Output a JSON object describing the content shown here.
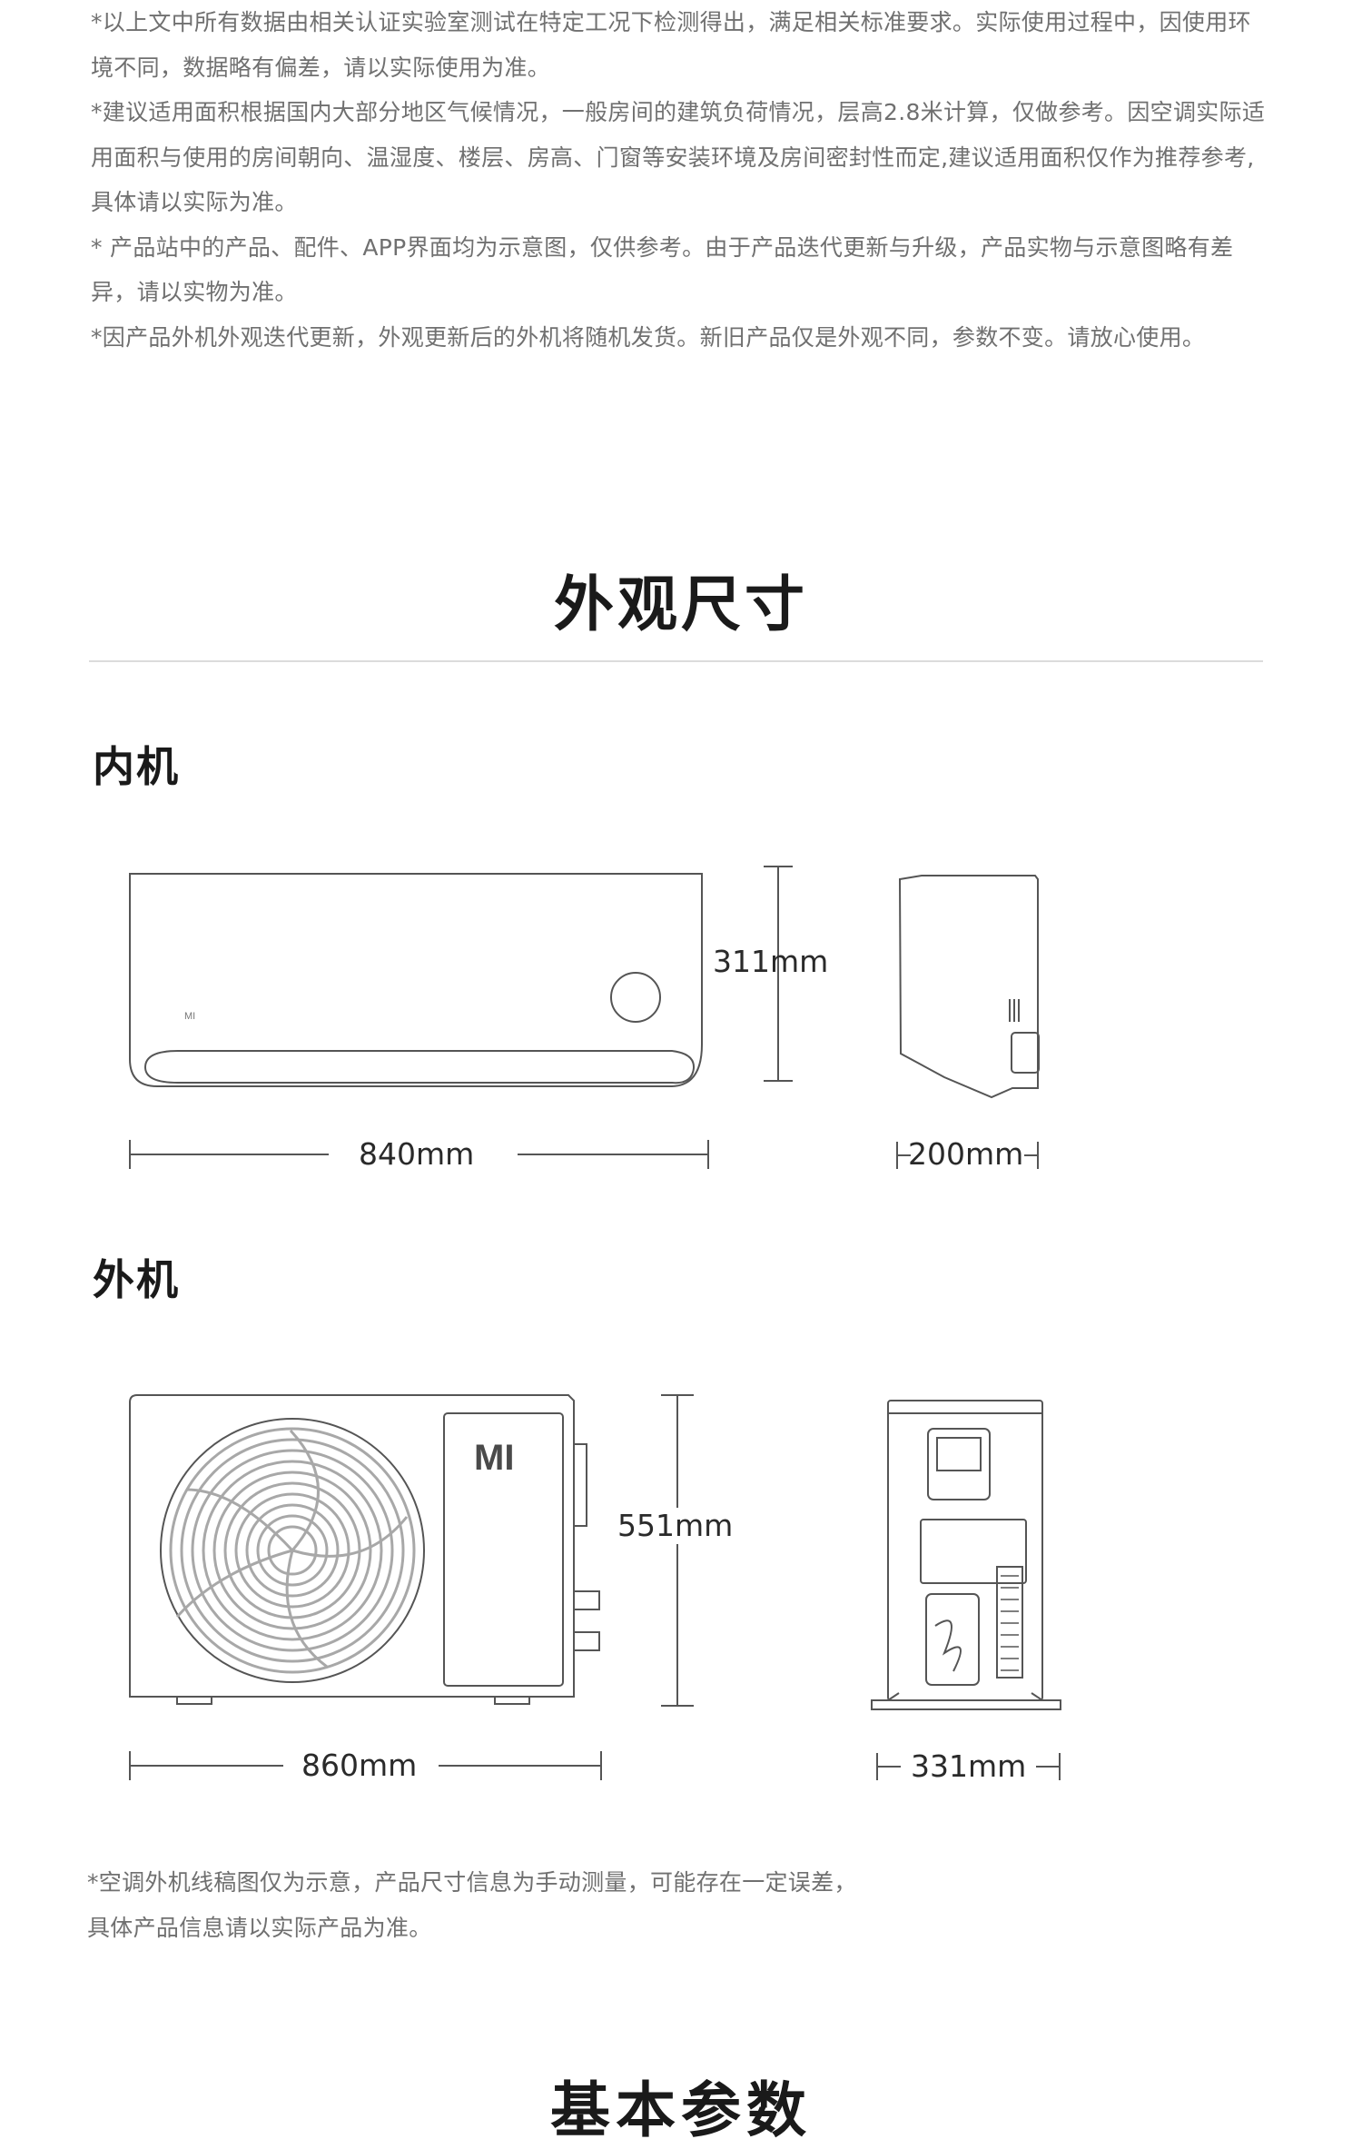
{
  "notes": [
    "*以上文中所有数据由相关认证实验室测试在特定工况下检测得出，满足相关标准要求。实际使用过程中，因使用环境不同，数据略有偏差，请以实际使用为准。",
    "*建议适用面积根据国内大部分地区气候情况，一般房间的建筑负荷情况，层高2.8米计算，仅做参考。因空调实际适用面积与使用的房间朝向、温湿度、楼层、房高、门窗等安装环境及房间密封性而定,建议适用面积仅作为推荐参考,具体请以实际为准。",
    "* 产品站中的产品、配件、APP界面均为示意图，仅供参考。由于产品迭代更新与升级，产品实物与示意图略有差异，请以实物为准。",
    "*因产品外机外观迭代更新，外观更新后的外机将随机发货。新旧产品仅是外观不同，参数不变。请放心使用。"
  ],
  "section_title": "外观尺寸",
  "indoor": {
    "title": "内机",
    "logo": "MI",
    "height": "311mm",
    "width": "840mm",
    "depth": "200mm"
  },
  "outdoor": {
    "title": "外机",
    "logo": "MI",
    "height": "551mm",
    "width": "860mm",
    "depth": "331mm"
  },
  "footnote": [
    "*空调外机线稿图仅为示意，产品尺寸信息为手动测量，可能存在一定误差，",
    "具体产品信息请以实际产品为准。"
  ],
  "next_section_title": "基本参数",
  "colors": {
    "text": "#1a1a1a",
    "note": "#707070",
    "line": "#555555",
    "rule": "#dcdcdc",
    "fan": "#a8a8a8"
  }
}
